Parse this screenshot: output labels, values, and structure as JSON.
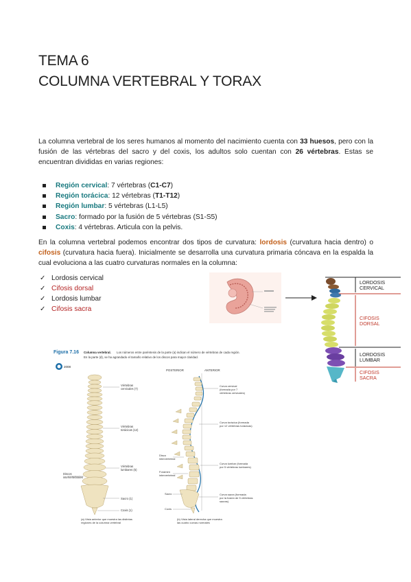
{
  "header": {
    "title_line1": "TEMA 6",
    "title_line2": "COLUMNA VERTEBRAL Y TORAX"
  },
  "intro": {
    "p1_a": "La columna vertebral de los seres humanos al momento del nacimiento cuenta con ",
    "p1_b": "33 huesos",
    "p1_c": ", pero con la fusión de las vértebras del sacro y del coxis, los adultos solo cuentan con ",
    "p1_d": "26 vértebras",
    "p1_e": ". Estas se encuentran divididas en varias regiones:"
  },
  "regions": [
    {
      "name": "Región cervical",
      "desc": ": 7 vértebras (",
      "code": "C1-C7",
      "end": ")"
    },
    {
      "name": "Región torácica",
      "desc": ": 12 vértebras (",
      "code": "T1-T12",
      "end": ")"
    },
    {
      "name": "Región lumbar",
      "desc": ": 5 vértebras (L1-L5)",
      "code": "",
      "end": ""
    },
    {
      "name": "Sacro",
      "desc": ": formado por la fusión de 5 vértebras (S1-S5)",
      "code": "",
      "end": ""
    },
    {
      "name": "Coxis",
      "desc": ": 4 vértebras. Articula con la pelvis.",
      "code": "",
      "end": ""
    }
  ],
  "curvature": {
    "a": "En la columna vertebral podemos encontrar dos tipos de curvatura: ",
    "lordosis": "lordosis",
    "b": " (curvatura hacia dentro) o ",
    "cifosis": "cifosis",
    "c": " (curvatura hacia fuera). Inicialmente se desarrolla una curvatura primaria cóncava en la espalda la cual evoluciona a las cuatro curvaturas normales en la columna:"
  },
  "curves": [
    {
      "label": "Lordosis cervical",
      "color": "#222222"
    },
    {
      "label": "Cifosis dorsal",
      "color": "#b32222"
    },
    {
      "label": "Lordosis lumbar",
      "color": "#222222"
    },
    {
      "label": "Cifosis sacra",
      "color": "#b32222"
    }
  ],
  "spine_labels": {
    "cervical": [
      "LORDOSIS",
      "CERVICAL"
    ],
    "dorsal": [
      "CIFOSIS",
      "DORSAL"
    ],
    "lumbar": [
      "LORDOSIS",
      "LUMBAR"
    ],
    "sacra": [
      "CIFOSIS",
      "SACRA"
    ]
  },
  "figure": {
    "number": "Figura 7.16",
    "caption_bold": "Columna vertebral.",
    "caption_rest": "Los números entre paréntesis de la parte (a) indican el número de vértebras de cada región.",
    "caption_line2": "En la parte (d), se ha agrandado el tamaño relativo de los discos para mayor claridad.",
    "year": "2008",
    "posterior": "POSTERIOR",
    "anterior": "ANTERIOR",
    "left_labels": [
      "Vértebras",
      "cervicales (7)",
      "Vértebras",
      "torácicas (12)",
      "Vértebras",
      "lumbares (5)",
      "Discos",
      "intervertebrales",
      "Sacro (1)",
      "Coxis (1)"
    ],
    "right_labels": [
      "Curva cervical",
      "(formada por 7",
      "vértebras cervicales)",
      "Curva torácica (formada",
      "por 12 vértebras torácicas)",
      "Curva lumbar (formada",
      "por 5 vértebras lumbares)",
      "Curva sacra (formada",
      "por la fusión de 5 vértebras",
      "sacras)"
    ],
    "mid_labels": [
      "Disco",
      "intervertebral",
      "Foramen",
      "intervertebral",
      "Sacro",
      "Coxis"
    ],
    "sub_a": [
      "(a) Vista anterior que muestra las distintas",
      "regiones de la columna vertebral"
    ],
    "sub_b": [
      "(b) Vista lateral derecha que muestra",
      "las cuatro curvas normales"
    ]
  },
  "colors": {
    "teal": "#17787e",
    "orange": "#c2611c",
    "red": "#b32222",
    "figure_blue": "#1d6fa8"
  }
}
